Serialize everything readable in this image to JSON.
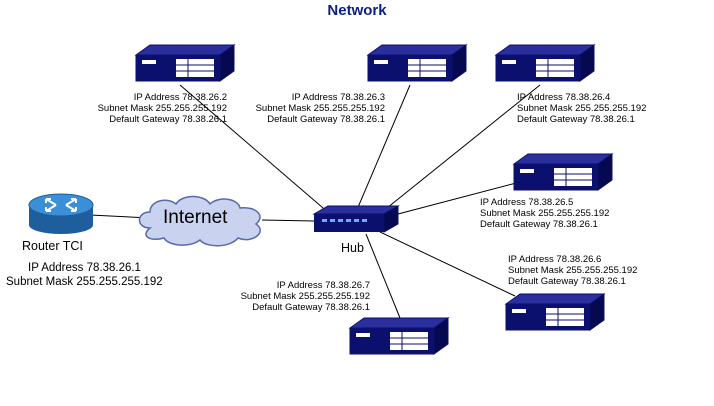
{
  "title": "Network",
  "internet": {
    "label": "Internet"
  },
  "hub": {
    "label": "Hub"
  },
  "router": {
    "name": "Router TCI",
    "ip": "IP Address 78.38.26.1",
    "mask": "Subnet Mask 255.255.255.192"
  },
  "hosts": [
    {
      "ip": "IP Address 78.38.26.2",
      "mask": "Subnet Mask 255.255.255.192",
      "gateway": "Default Gateway 78.38.26.1"
    },
    {
      "ip": "IP Address 78.38.26.3",
      "mask": "Subnet Mask 255.255.255.192",
      "gateway": "Default Gateway 78.38.26.1"
    },
    {
      "ip": "IP Address 78.38.26.4",
      "mask": "Subnet Mask 255.255.255.192",
      "gateway": "Default Gateway 78.38.26.1"
    },
    {
      "ip": "IP Address 78.38.26.5",
      "mask": "Subnet Mask 255.255.255.192",
      "gateway": "Default Gateway 78.38.26.1"
    },
    {
      "ip": "IP Address 78.38.26.6",
      "mask": "Subnet Mask 255.255.255.192",
      "gateway": "Default Gateway 78.38.26.1"
    },
    {
      "ip": "IP Address 78.38.26.7",
      "mask": "Subnet Mask 255.255.255.192",
      "gateway": "Default Gateway 78.38.26.1"
    }
  ],
  "colors": {
    "device": "#0b0f6e",
    "title": "#0b1f86",
    "router": "#2f7fc4",
    "cloud": "#c9d3ef"
  },
  "icons": [
    "server-icon",
    "router-icon",
    "cloud-icon",
    "hub-icon"
  ]
}
